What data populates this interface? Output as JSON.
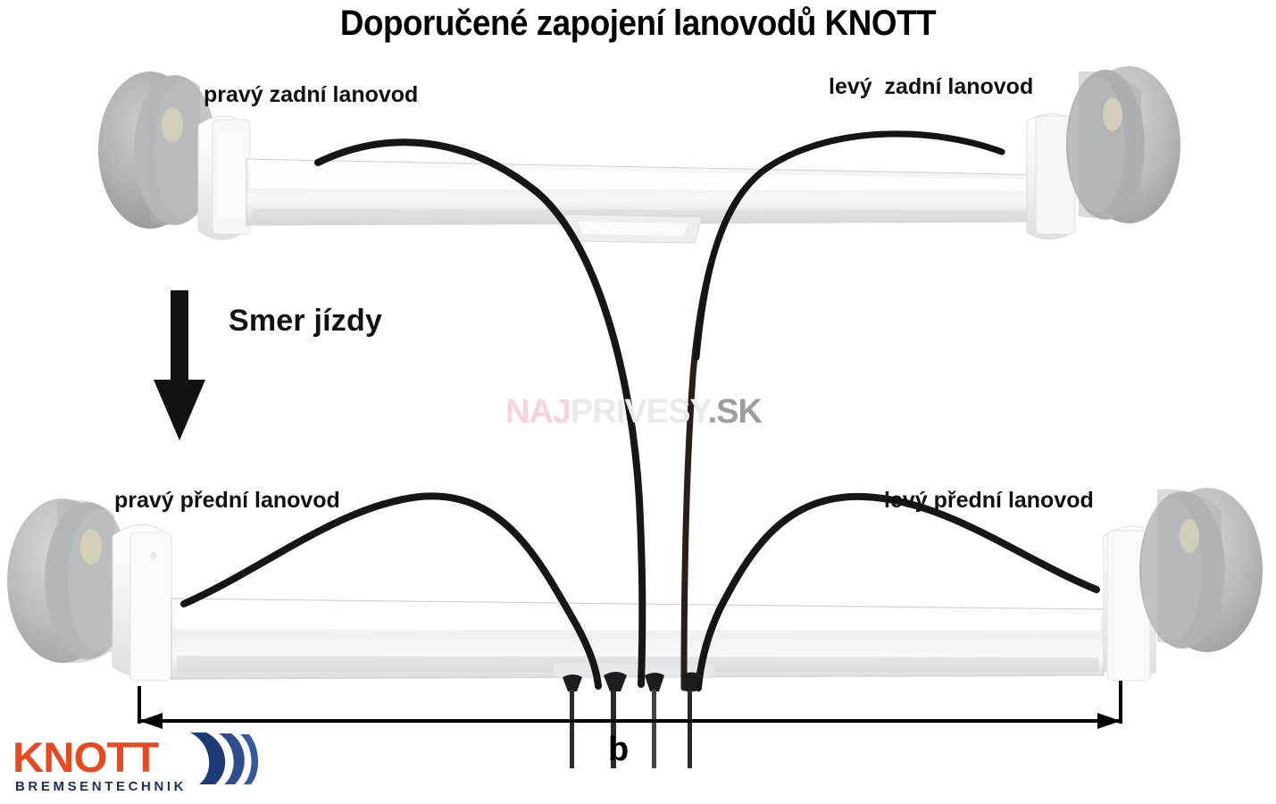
{
  "title": "Doporučené zapojení lanovodů KNOTT",
  "labels": {
    "rear_right": "pravý zadní lanovod",
    "rear_left": "levý  zadní lanovod",
    "front_right": "pravý přední lanovod",
    "front_left": "levý přední lanovod",
    "direction": "Smer jízdy",
    "dimension_b": "b"
  },
  "icons": {
    "direction_arrow": "down-arrow-icon",
    "dimension_arrow_left": "arrow-left-icon",
    "dimension_arrow_right": "arrow-right-icon"
  },
  "watermark": {
    "part1": "NAJ",
    "part2": "PRIVESY",
    "part3": ".SK"
  },
  "logo": {
    "brand": "KNOTT",
    "tagline": "BREMSENTECHNIK"
  },
  "colors": {
    "title_text": "#000000",
    "label_text": "#111111",
    "cable": "#161616",
    "cable_brown": "#3c2a22",
    "axle_tube": "#f2f3f4",
    "axle_shadow": "#cfd3d6",
    "brake_drum": "#a8abad",
    "hub_white": "#fbfbfb",
    "logo_orange": "#e8491f",
    "logo_navy": "#1b2f63",
    "watermark_pink": "#f6d4d9",
    "watermark_gray": "#e9e9e9",
    "watermark_dark": "#9d9d9d",
    "background": "#ffffff"
  },
  "diagram": {
    "type": "technical-illustration",
    "subject": "trailer tandem axle brake cable routing",
    "axles": [
      {
        "name": "rear-axle",
        "position": "top",
        "ends": [
          "right-brake-drum",
          "left-brake-drum"
        ]
      },
      {
        "name": "front-axle",
        "position": "bottom",
        "ends": [
          "right-brake-drum",
          "left-brake-drum"
        ]
      }
    ],
    "cables": [
      {
        "name": "rear-right-cable",
        "from": "rear-axle-right-end",
        "to": "center-compensator"
      },
      {
        "name": "rear-left-cable",
        "from": "rear-axle-left-end",
        "to": "center-compensator"
      },
      {
        "name": "front-right-cable",
        "from": "front-axle-right-end",
        "to": "center-compensator"
      },
      {
        "name": "front-left-cable",
        "from": "front-axle-left-end",
        "to": "center-compensator"
      }
    ],
    "cable_ends_count": 4
  }
}
